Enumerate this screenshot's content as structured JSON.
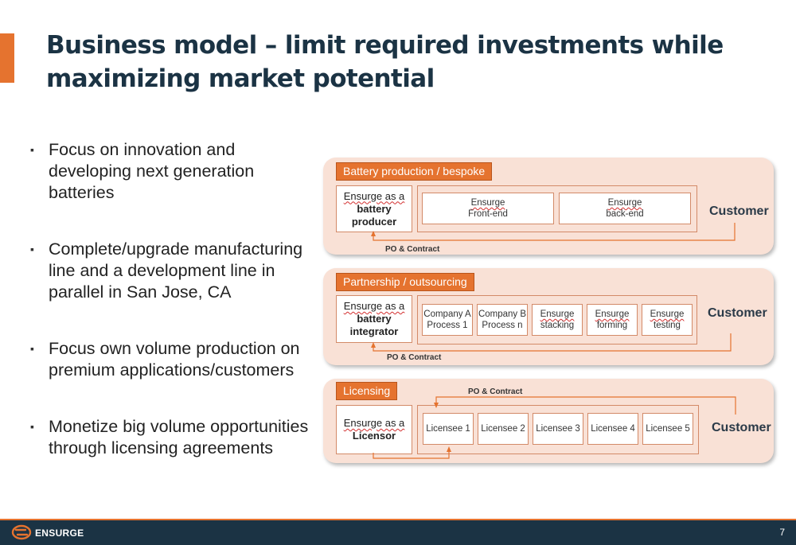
{
  "slide": {
    "title": "Business model – limit required investments while maximizing market potential",
    "bullets": [
      "Focus on innovation and developing next generation batteries",
      "Complete/upgrade manufacturing line and a development line in parallel in San Jose, CA",
      "Focus own volume production on premium applications/customers",
      "Monetize big volume opportunities through licensing agreements"
    ],
    "bullet_marker": "▪"
  },
  "models": {
    "production": {
      "tag": "Battery production / bespoke",
      "role_prefix": "Ensurge as a",
      "role_bold_1": "battery",
      "role_bold_2": "producer",
      "steps": [
        {
          "line1": "Ensurge",
          "line2": "Front-end"
        },
        {
          "line1": "Ensurge",
          "line2": "back-end"
        }
      ],
      "customer": "Customer",
      "po": "PO & Contract"
    },
    "partnership": {
      "tag": "Partnership / outsourcing",
      "role_prefix": "Ensurge as a",
      "role_bold_1": "battery",
      "role_bold_2": "integrator",
      "steps": [
        {
          "line1": "Company A",
          "line2": "Process 1"
        },
        {
          "line1": "Company B",
          "line2": "Process n"
        },
        {
          "line1": "Ensurge",
          "line2": "stacking"
        },
        {
          "line1": "Ensurge",
          "line2": "forming"
        },
        {
          "line1": "Ensurge",
          "line2": "testing"
        }
      ],
      "customer": "Customer",
      "po": "PO & Contract"
    },
    "licensing": {
      "tag": "Licensing",
      "role_prefix": "Ensurge as a",
      "role_bold_1": "Licensor",
      "steps": [
        "Licensee 1",
        "Licensee 2",
        "Licensee 3",
        "Licensee 4",
        "Licensee 5"
      ],
      "customer": "Customer",
      "po": "PO & Contract"
    }
  },
  "footer": {
    "brand": "ENSURGE",
    "page_number": "7"
  },
  "colors": {
    "accent": "#e5732f",
    "navy": "#1b3344",
    "panel": "#f9e1d6"
  }
}
